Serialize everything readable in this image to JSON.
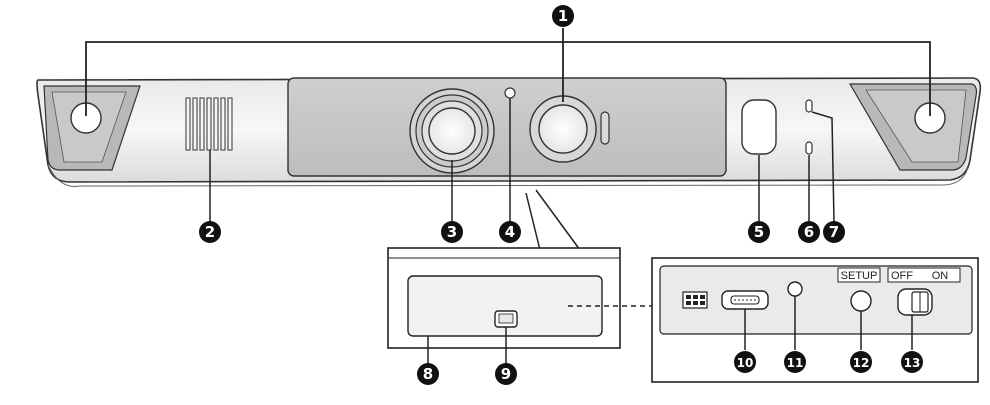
{
  "figure": {
    "panel_labels": {
      "setup": "SETUP",
      "off": "OFF",
      "on": "ON"
    },
    "callouts": [
      {
        "number": "1",
        "target": "lens-right"
      },
      {
        "number": "2",
        "target": "speaker-grille"
      },
      {
        "number": "3",
        "target": "lens-left"
      },
      {
        "number": "4",
        "target": "small-hole"
      },
      {
        "number": "5",
        "target": "sensor-window"
      },
      {
        "number": "6",
        "target": "indicator-lower"
      },
      {
        "number": "7",
        "target": "indicator-upper"
      },
      {
        "number": "8",
        "target": "cover-panel"
      },
      {
        "number": "9",
        "target": "cover-latch"
      },
      {
        "number": "10",
        "target": "usb-port"
      },
      {
        "number": "11",
        "target": "reset-hole"
      },
      {
        "number": "12",
        "target": "setup-button"
      },
      {
        "number": "13",
        "target": "power-switch"
      }
    ]
  }
}
